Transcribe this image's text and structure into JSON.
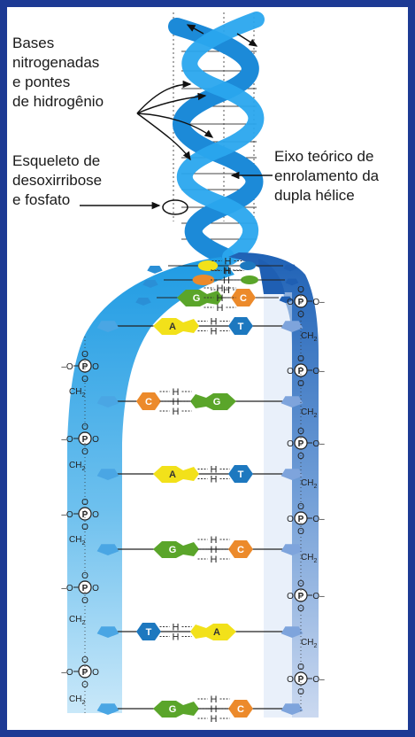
{
  "labels": {
    "bases": [
      "Bases",
      "nitrogenadas",
      "e pontes",
      "de hidrogênio"
    ],
    "backbone": [
      "Esqueleto de",
      "desoxirribose",
      "e fosfato"
    ],
    "axis": [
      "Eixo teórico de",
      "enrolamento da",
      "dupla hélice"
    ]
  },
  "pairs": [
    {
      "left": "A",
      "right": "T",
      "bonds": 2
    },
    {
      "left": "C",
      "right": "G",
      "bonds": 3
    },
    {
      "left": "A",
      "right": "T",
      "bonds": 2
    },
    {
      "left": "G",
      "right": "C",
      "bonds": 3
    },
    {
      "left": "T",
      "right": "A",
      "bonds": 2
    },
    {
      "left": "G",
      "right": "C",
      "bonds": 3
    }
  ],
  "top_pairs": [
    {
      "left": "",
      "right": "",
      "bonds": 2
    },
    {
      "left": "",
      "right": "",
      "bonds": 3
    },
    {
      "left": "G",
      "right": "C",
      "bonds": 3
    }
  ],
  "hbond_symbol": "H",
  "phosphate_symbol": "P",
  "ch2_label": "CH",
  "ch2_sub": "2",
  "o_label": "O",
  "base_colors": {
    "A": "#f2e11a",
    "T": "#1d78bf",
    "C": "#ec8a2b",
    "G": "#5aa52a"
  },
  "colors": {
    "frame": "#1d3a94",
    "strand_left": "#2a9be0",
    "strand_right": "#1f5fb3"
  }
}
